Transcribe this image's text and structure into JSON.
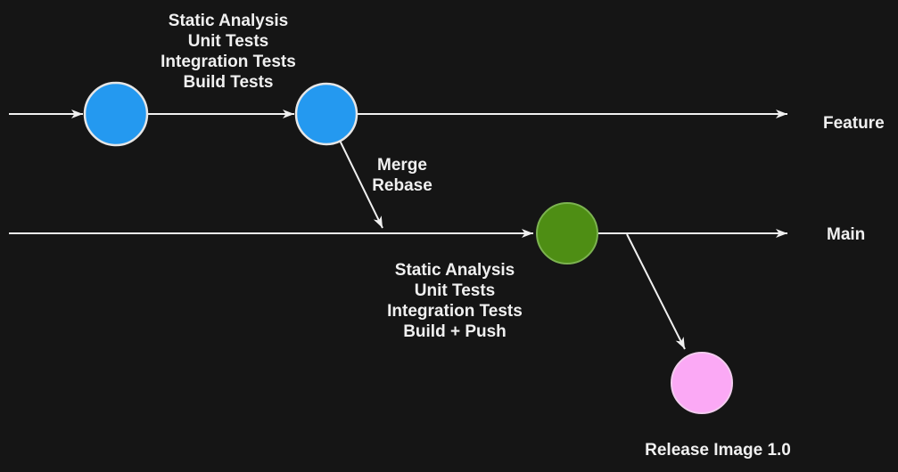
{
  "diagram": {
    "title": "Git branch CI/CD pipeline diagram",
    "background_color": "#151515",
    "line_color": "#f0f0f0",
    "text_color": "#f0f0f0"
  },
  "branches": {
    "feature": {
      "label": "Feature"
    },
    "main": {
      "label": "Main"
    }
  },
  "labels": {
    "feature_checks": [
      "Static Analysis",
      "Unit Tests",
      "Integration Tests",
      "Build Tests"
    ],
    "merge": [
      "Merge",
      "Rebase"
    ],
    "main_checks": [
      "Static Analysis",
      "Unit Tests",
      "Integration Tests",
      "Build + Push"
    ],
    "release": "Release Image 1.0"
  },
  "nodes": {
    "feature_commit_1": {
      "color": "#2499f0"
    },
    "feature_commit_2": {
      "color": "#2499f0"
    },
    "main_merge_commit": {
      "color": "#4e8e14"
    },
    "release_node": {
      "color": "#fba9f5"
    }
  }
}
